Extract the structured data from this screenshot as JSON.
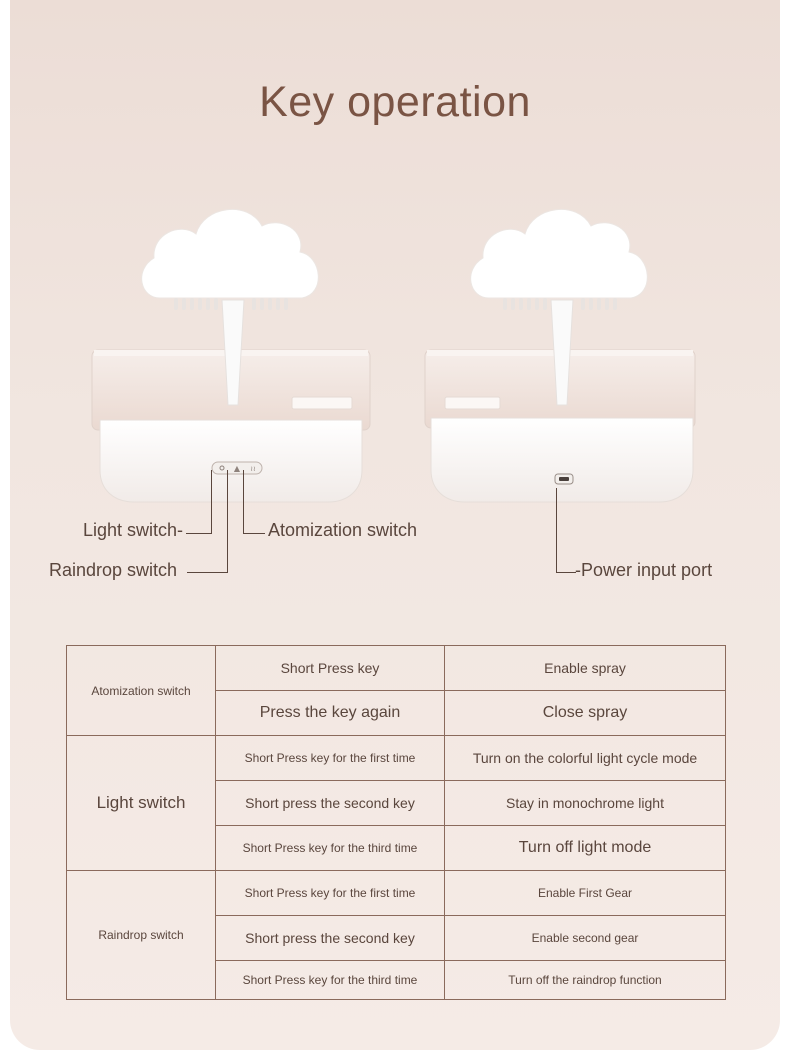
{
  "title": "Key operation",
  "callouts": {
    "light_switch": "Light switch-",
    "raindrop_switch": "Raindrop switch",
    "atomization_switch": "Atomization switch",
    "power_input_port": "-Power input port"
  },
  "table": {
    "groups": [
      {
        "name": "Atomization switch",
        "rows": [
          {
            "action": "Short Press key",
            "result": "Enable spray"
          },
          {
            "action": "Press the key again",
            "result": "Close spray"
          }
        ]
      },
      {
        "name": "Light switch",
        "rows": [
          {
            "action": "Short Press key for the first time",
            "result": "Turn on the colorful light cycle mode"
          },
          {
            "action": "Short press the second key",
            "result": "Stay in monochrome light"
          },
          {
            "action": "Short Press key for the third time",
            "result": "Turn off light mode"
          }
        ]
      },
      {
        "name": "Raindrop switch",
        "rows": [
          {
            "action": "Short Press key for the first time",
            "result": "Enable First Gear"
          },
          {
            "action": "Short press the second key",
            "result": "Enable second gear"
          },
          {
            "action": "Short Press key for the third time",
            "result": "Turn off the raindrop function"
          }
        ]
      }
    ]
  }
}
